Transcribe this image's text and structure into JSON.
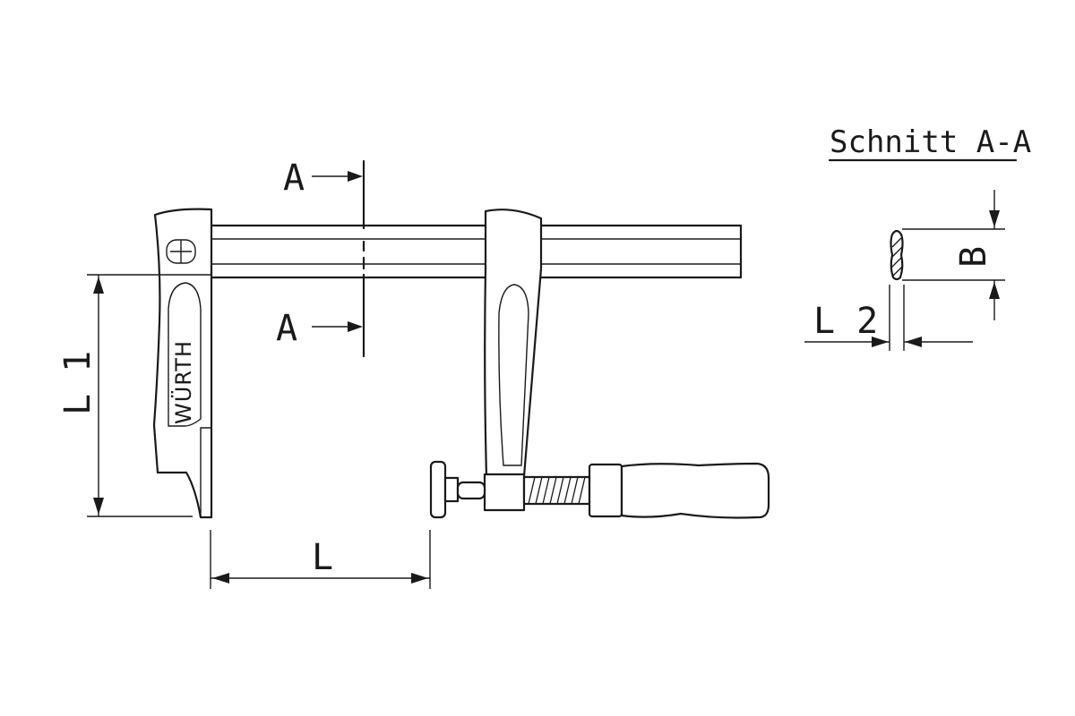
{
  "labels": {
    "section_title": "Schnitt A-A",
    "section_marker_top": "A",
    "section_marker_bottom": "A",
    "dim_L1": "L 1",
    "dim_L": "L",
    "dim_L2": "L 2",
    "dim_B": "B",
    "brand": "WÜRTH"
  },
  "icons": {
    "arrow": "arrowhead",
    "logo": "wurth-logo-icon"
  },
  "colors": {
    "line": "#1a1a1a",
    "background": "#ffffff"
  }
}
